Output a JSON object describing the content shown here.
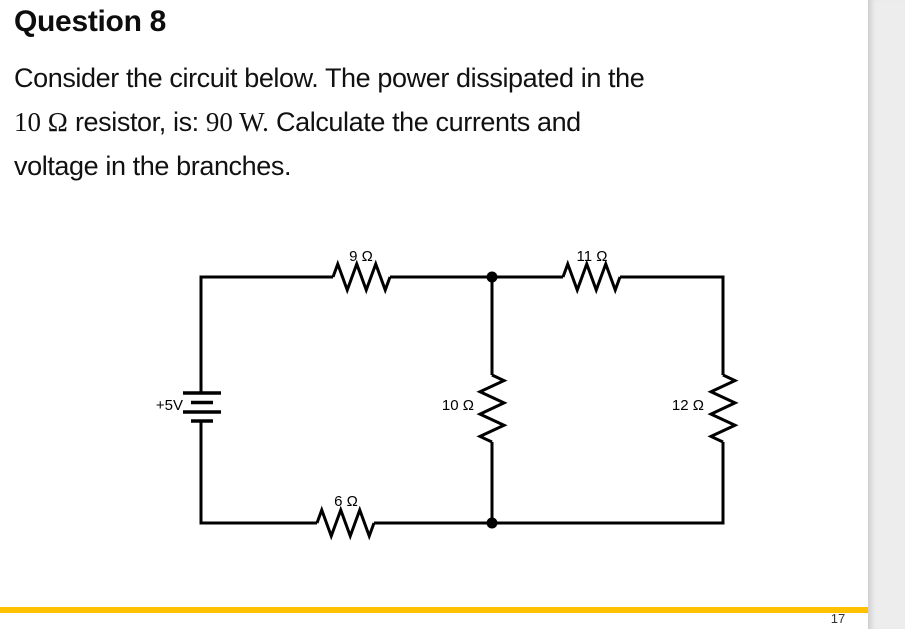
{
  "page": {
    "title": "Question 8",
    "body_lines": [
      {
        "segments": [
          {
            "text": "Consider the circuit below. The power dissipated in the",
            "style": "sans"
          }
        ]
      },
      {
        "segments": [
          {
            "text": "10 Ω",
            "style": "serif"
          },
          {
            "text": " resistor, is: ",
            "style": "sans"
          },
          {
            "text": "90 W.",
            "style": "serif"
          },
          {
            "text": " Calculate the currents and",
            "style": "sans"
          }
        ]
      },
      {
        "segments": [
          {
            "text": "voltage in the branches.",
            "style": "sans"
          }
        ]
      }
    ],
    "page_number": "17",
    "accent_color": "#FFC000"
  },
  "circuit": {
    "source": {
      "type": "battery",
      "label": "+5V"
    },
    "resistors": [
      {
        "id": "r-top-left",
        "label": "9 Ω",
        "position": "top-left branch"
      },
      {
        "id": "r-top-right",
        "label": "11 Ω",
        "position": "top-right branch"
      },
      {
        "id": "r-middle",
        "label": "10 Ω",
        "position": "middle vertical branch"
      },
      {
        "id": "r-right",
        "label": "12 Ω",
        "position": "right vertical branch"
      },
      {
        "id": "r-bottom",
        "label": "6 Ω",
        "position": "bottom-left branch"
      }
    ],
    "line_color": "#000000"
  }
}
